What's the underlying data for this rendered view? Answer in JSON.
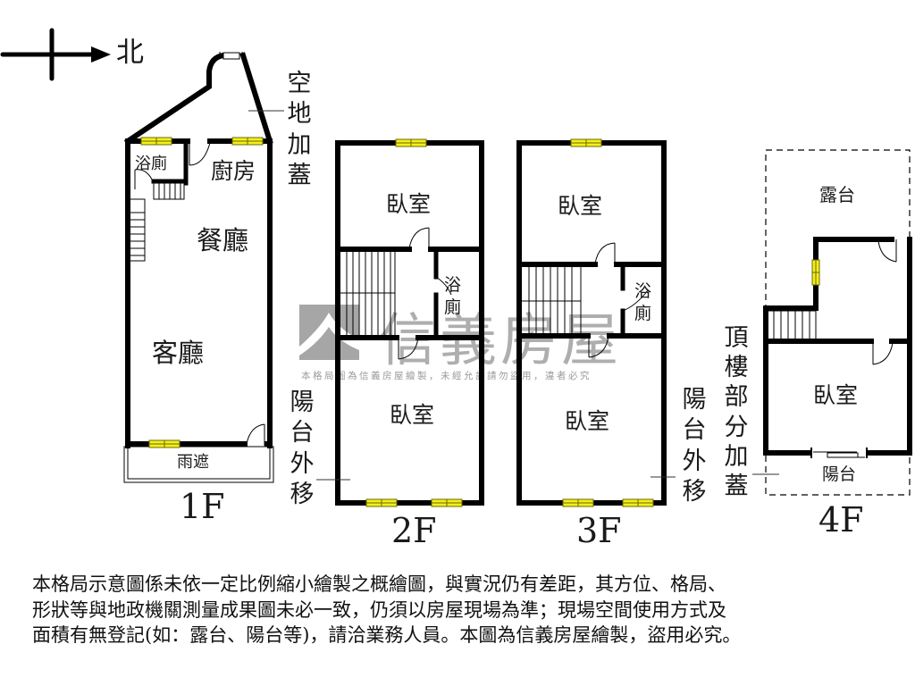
{
  "compass": {
    "label": "北",
    "icon": "north-arrow-icon"
  },
  "watermark": {
    "brand": "信義房屋",
    "notice": "本格局圖為信義房屋繪製，未經允許請勿盜用，違者必究",
    "logo_icon": "sinyi-roof-logo-icon",
    "color": "#a6a6a6"
  },
  "floors": [
    {
      "id": "1F",
      "label": "1F",
      "rooms": [
        "浴廁",
        "廚房",
        "餐廳",
        "客廳",
        "雨遮"
      ],
      "annotation": "空地加蓋"
    },
    {
      "id": "2F",
      "label": "2F",
      "rooms": [
        "臥室",
        "浴廁",
        "臥室"
      ],
      "annotation": "陽台外移"
    },
    {
      "id": "3F",
      "label": "3F",
      "rooms": [
        "臥室",
        "浴廁",
        "臥室"
      ],
      "annotation": "陽台外移"
    },
    {
      "id": "4F",
      "label": "4F",
      "rooms": [
        "露台",
        "臥室",
        "陽台"
      ],
      "annotation": "頂樓部分加蓋"
    }
  ],
  "annotations_vertical": {
    "f1": [
      "空",
      "地",
      "加",
      "蓋"
    ],
    "f2": [
      "陽",
      "台",
      "外",
      "移"
    ],
    "f3": [
      "陽",
      "台",
      "外",
      "移"
    ],
    "f4": [
      "頂",
      "樓",
      "部",
      "分",
      "加",
      "蓋"
    ]
  },
  "disclaimer": {
    "lines": [
      "本格局示意圖係未依一定比例縮小繪製之概繪圖，與實況仍有差距，其方位、格局、",
      "形狀等與地政機關測量成果圖未必一致，仍須以房屋現場為準；現場空間使用方式及",
      "面積有無登記(如：露台、陽台等)，請洽業務人員。本圖為信義房屋繪製，盜用必究。"
    ]
  },
  "colors": {
    "wall": "#000000",
    "window_fill": "#f3ef1c",
    "window_stroke": "#6b6a00",
    "watermark": "#a6a6a6"
  }
}
